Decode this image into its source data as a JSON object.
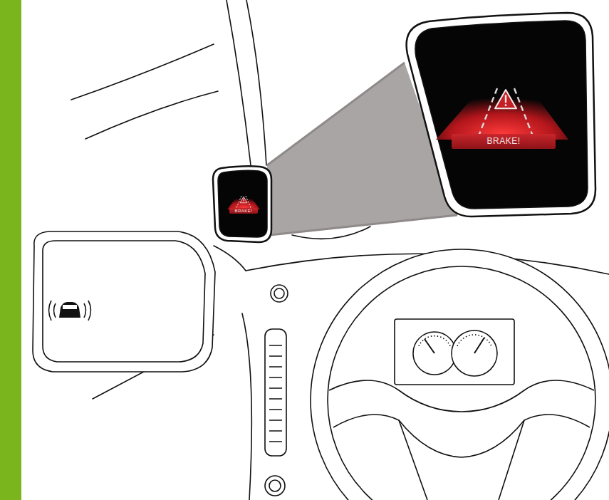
{
  "diagram": {
    "nodes": [
      {
        "text": [
          "BRAKE!"
        ]
      },
      {
        "text": [
          "BRAKE!"
        ]
      }
    ],
    "edges": [
      {
        "from": 0,
        "to": 1,
        "arrow": "none"
      }
    ]
  }
}
